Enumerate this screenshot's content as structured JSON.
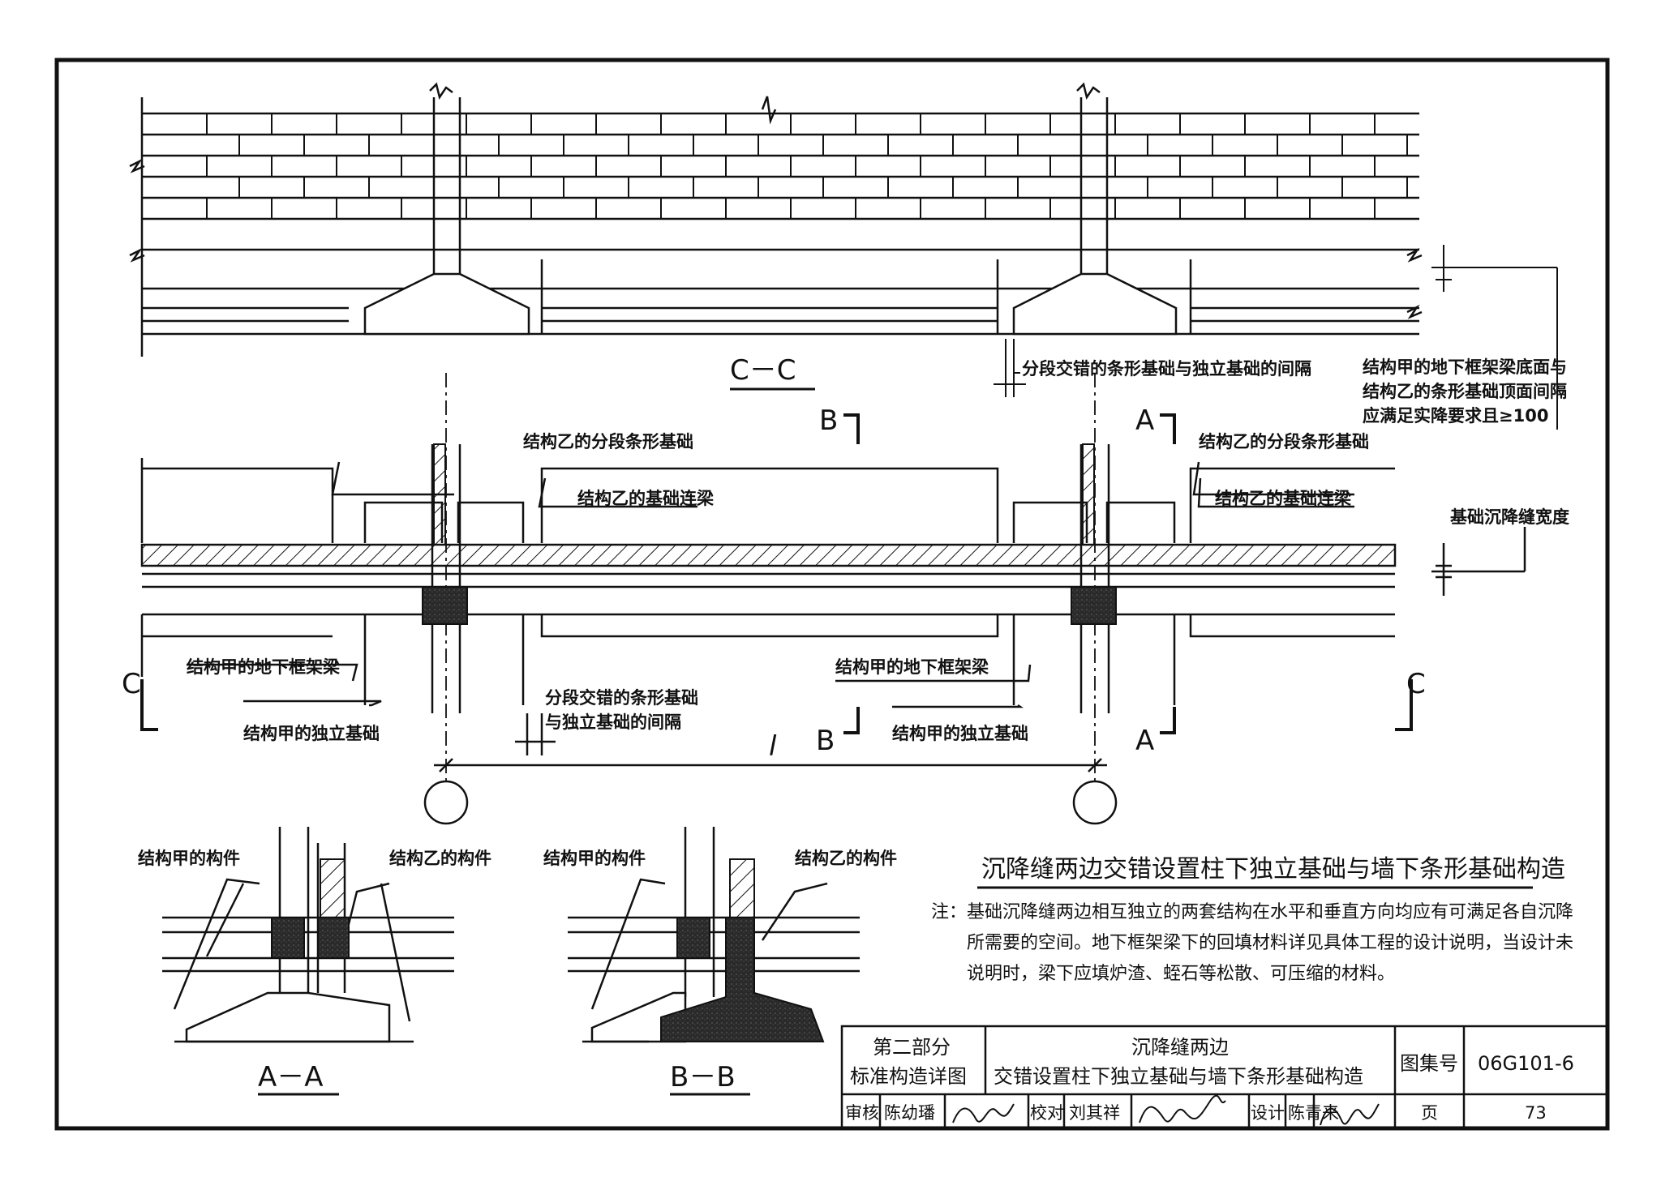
{
  "section_labels": {
    "cc": "C－C",
    "aa": "A－A",
    "bb": "B－B",
    "c_left": "C",
    "c_right": "C",
    "b_top": "B",
    "b_bottom": "B",
    "a_top": "A",
    "a_bottom": "A",
    "span": "l"
  },
  "annotations": {
    "gap_top": "分段交错的条形基础与独立基础的间隔",
    "gap_bottom_1": "分段交错的条形基础",
    "gap_bottom_2": "与独立基础的间隔",
    "beam_gap_1": "结构甲的地下框架梁底面与",
    "beam_gap_2": "结构乙的条形基础顶面间隔",
    "beam_gap_3": "应满足实降要求且≥100",
    "settle_width": "基础沉降缝宽度",
    "strip_left": "结构乙的分段条形基础",
    "strip_right": "结构乙的分段条形基础",
    "link_left": "结构乙的基础连梁",
    "link_right": "结构乙的基础连梁",
    "frame_beam_left": "结构甲的地下框架梁",
    "frame_beam_right": "结构甲的地下框架梁",
    "isolated_left": "结构甲的独立基础",
    "isolated_right": "结构甲的独立基础",
    "aa_left": "结构甲的构件",
    "aa_right": "结构乙的构件",
    "bb_left": "结构甲的构件",
    "bb_right": "结构乙的构件"
  },
  "main_title": "沉降缝两边交错设置柱下独立基础与墙下条形基础构造",
  "note": {
    "prefix": "注：",
    "line1": "基础沉降缝两边相互独立的两套结构在水平和垂直方向均应有可满足各自沉降",
    "line2": "所需要的空间。地下框架梁下的回填材料详见具体工程的设计说明，当设计未",
    "line3": "说明时，梁下应填炉渣、蛭石等松散、可压缩的材料。"
  },
  "title_block": {
    "part": "第二部分",
    "category": "标准构造详图",
    "drawing_title_1": "沉降缝两边",
    "drawing_title_2": "交错设置柱下独立基础与墙下条形基础构造",
    "atlas_label": "图集号",
    "atlas_no": "06G101-6",
    "review_label": "审核",
    "reviewer": "陈幼璠",
    "check_label": "校对",
    "checker": "刘其祥",
    "design_label": "设计",
    "designer": "陈青来",
    "page_label": "页",
    "page_no": "73"
  }
}
